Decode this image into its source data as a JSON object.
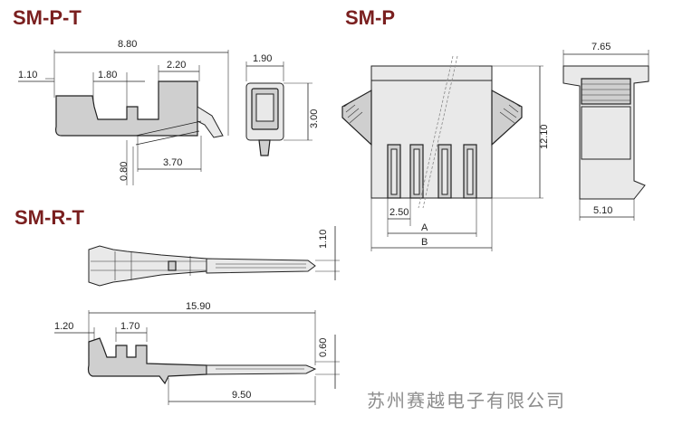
{
  "titles": {
    "sm_p_t": "SM-P-T",
    "sm_p": "SM-P",
    "sm_r_t": "SM-R-T"
  },
  "dimensions": {
    "pt_overall": "8.80",
    "pt_tip": "1.10",
    "pt_gap": "1.80",
    "pt_crimp": "2.20",
    "pt_height_small": "0.80",
    "pt_bottom": "3.70",
    "pt_end_width": "1.90",
    "pt_end_height": "3.00",
    "p_depth": "7.65",
    "p_height": "12.10",
    "p_pitch": "2.50",
    "p_a": "A",
    "p_b": "B",
    "p_side_bottom": "5.10",
    "rt_pin_dia": "1.10",
    "rt_overall": "15.90",
    "rt_a": "1.20",
    "rt_b": "1.70",
    "rt_thick": "0.60",
    "rt_pin_len": "9.50"
  },
  "footer": "苏州赛越电子有限公司",
  "colors": {
    "title": "#7a1f1f",
    "part_fill": "#cfcfcf",
    "footer": "#8c8c8c"
  }
}
